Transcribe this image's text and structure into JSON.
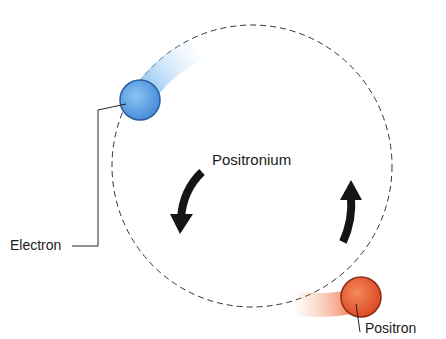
{
  "diagram": {
    "labels": [
      "Positronium",
      "Electron",
      "Positron"
    ]
  }
}
